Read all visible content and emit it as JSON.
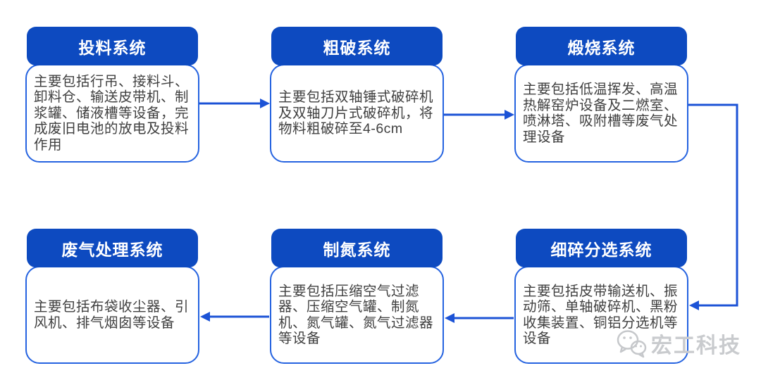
{
  "colors": {
    "header_bg": "#0d4ac0",
    "header_text": "#ffffff",
    "body_border": "#2563e0",
    "body_text": "#3f3f3f",
    "arrow": "#1c53d6",
    "watermark": "#c9cbce",
    "background": "#ffffff"
  },
  "flowchart": {
    "flow_order": [
      "投料系统",
      "粗破系统",
      "煅烧系统",
      "细碎分选系统",
      "制氮系统",
      "废气处理系统"
    ],
    "boxes": [
      {
        "title": "投料系统",
        "description": "主要包括行吊、接料斗、卸料仓、输送皮带机、制浆罐、储液槽等设备，完成废旧电池的放电及投料作用"
      },
      {
        "title": "粗破系统",
        "description": "主要包括双轴锤式破碎机及双轴刀片式破碎机，将物料粗破碎至4-6cm"
      },
      {
        "title": "煅烧系统",
        "description": "主要包括低温挥发、高温热解窑炉设备及二燃室、喷淋塔、吸附槽等废气处理设备"
      },
      {
        "title": "细碎分选系统",
        "description": "主要包括皮带输送机、振动筛、单轴破碎机、黑粉收集装置、铜铝分选机等设备"
      },
      {
        "title": "制氮系统",
        "description": "主要包括压缩空气过滤器、压缩空气罐、制氮机、氮气罐、氮气过滤器等设备"
      },
      {
        "title": "废气处理系统",
        "description": "主要包括布袋收尘器、引风机、排气烟囱等设备"
      }
    ]
  },
  "watermark": {
    "icon": "wechat-icon",
    "brand": "宏工科技"
  }
}
